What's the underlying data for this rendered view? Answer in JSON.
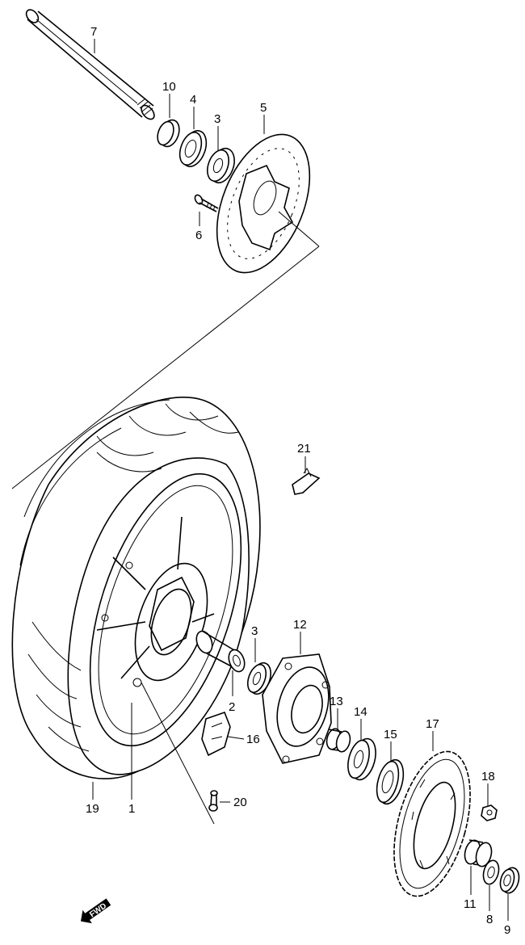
{
  "diagram": {
    "callouts": [
      {
        "id": "c7",
        "text": "7"
      },
      {
        "id": "c10",
        "text": "10"
      },
      {
        "id": "c4",
        "text": "4"
      },
      {
        "id": "c3a",
        "text": "3"
      },
      {
        "id": "c5",
        "text": "5"
      },
      {
        "id": "c6",
        "text": "6"
      },
      {
        "id": "c21",
        "text": "21"
      },
      {
        "id": "c3b",
        "text": "3"
      },
      {
        "id": "c12",
        "text": "12"
      },
      {
        "id": "c2",
        "text": "2"
      },
      {
        "id": "c13",
        "text": "13"
      },
      {
        "id": "c14",
        "text": "14"
      },
      {
        "id": "c15",
        "text": "15"
      },
      {
        "id": "c17",
        "text": "17"
      },
      {
        "id": "c16",
        "text": "16"
      },
      {
        "id": "c18",
        "text": "18"
      },
      {
        "id": "c19",
        "text": "19"
      },
      {
        "id": "c1",
        "text": "1"
      },
      {
        "id": "c20",
        "text": "20"
      },
      {
        "id": "c11",
        "text": "11"
      },
      {
        "id": "c8",
        "text": "8"
      },
      {
        "id": "c9",
        "text": "9"
      }
    ],
    "fwd_label": "FWD"
  }
}
